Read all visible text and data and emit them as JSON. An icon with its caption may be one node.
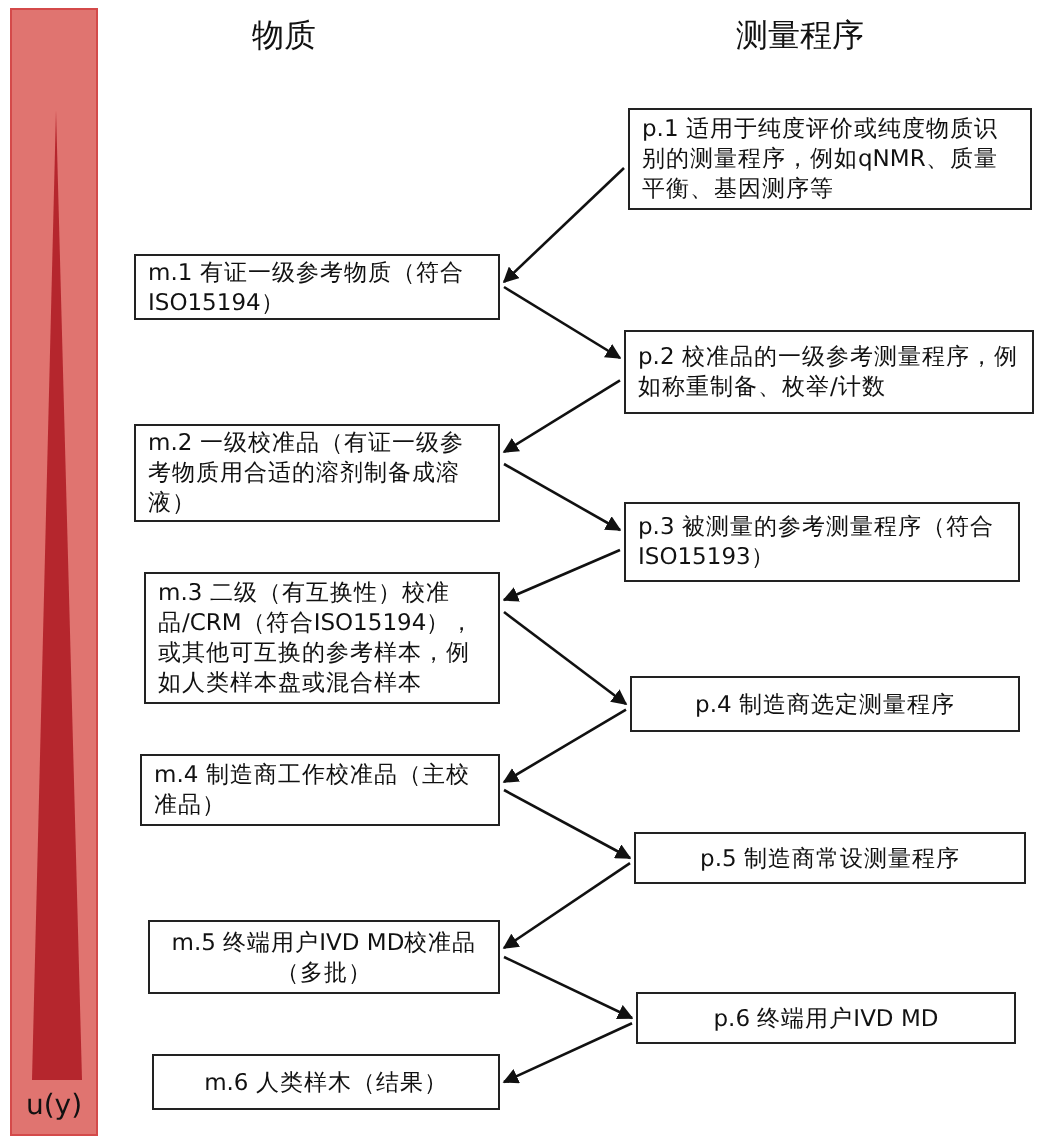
{
  "diagram": {
    "nodes": [
      {
        "text": [
          "p.1 适用于纯度评价或纯度物质识别的测量程序，例如qNMR、质量平衡、基因测序等"
        ]
      },
      {
        "text": [
          "m.1 有证一级参考物质（符合ISO15194）"
        ]
      },
      {
        "text": [
          "p.2 校准品的一级参考测量程序，例如称重制备、枚举/计数"
        ]
      },
      {
        "text": [
          "m.2 一级校准品（有证一级参考物质用合适的溶剂制备成溶液）"
        ]
      },
      {
        "text": [
          "p.3 被测量的参考测量程序（符合ISO15193）"
        ]
      },
      {
        "text": [
          "m.3 二级（有互换性）校准品/CRM（符合ISO15194），或其他可互换的参考样本，例如人类样本盘或混合样本"
        ]
      },
      {
        "text": [
          "p.4 制造商选定测量程序"
        ]
      },
      {
        "text": [
          "m.4 制造商工作校准品（主校准品）"
        ]
      },
      {
        "text": [
          "p.5 制造商常设测量程序"
        ]
      },
      {
        "text": [
          "m.5 终端用户IVD MD校准品（多批）"
        ]
      },
      {
        "text": [
          "p.6 终端用户IVD MD"
        ]
      },
      {
        "text": [
          "m.6 人类样木（结果）"
        ]
      },
      {
        "text": [
          "u(y)"
        ]
      }
    ],
    "edges": [
      {
        "from": 0,
        "to": 1,
        "arrow": "to"
      },
      {
        "from": 1,
        "to": 2,
        "arrow": "to"
      },
      {
        "from": 2,
        "to": 3,
        "arrow": "to"
      },
      {
        "from": 3,
        "to": 4,
        "arrow": "to"
      },
      {
        "from": 4,
        "to": 5,
        "arrow": "to"
      },
      {
        "from": 5,
        "to": 6,
        "arrow": "to"
      },
      {
        "from": 6,
        "to": 7,
        "arrow": "to"
      },
      {
        "from": 7,
        "to": 8,
        "arrow": "to"
      },
      {
        "from": 8,
        "to": 9,
        "arrow": "to"
      },
      {
        "from": 9,
        "to": 10,
        "arrow": "to"
      },
      {
        "from": 10,
        "to": 11,
        "arrow": "to"
      }
    ],
    "labels": [
      "物质",
      "测量程序"
    ]
  }
}
